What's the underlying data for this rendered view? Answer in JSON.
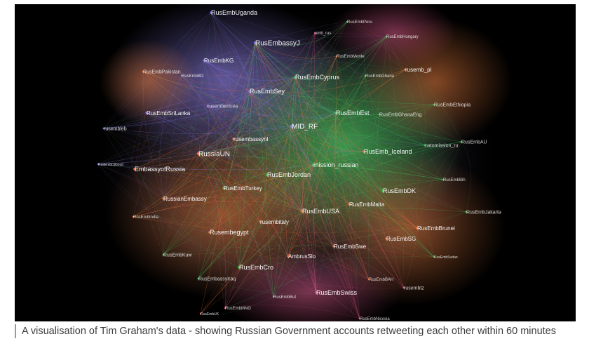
{
  "figure": {
    "caption": "A visualisation of Tim Graham's data - showing Russian Government accounts retweeting each other within 60 minutes"
  },
  "network": {
    "nodes": [
      {
        "label": "RusEmbUganda"
      },
      {
        "label": "RusEmbPeru"
      },
      {
        "label": "emb_rus"
      },
      {
        "label": "RusEmbHungary"
      },
      {
        "label": "RusEmbassyJ"
      },
      {
        "label": "RusEmbMonte"
      },
      {
        "label": "RusEmbKG"
      },
      {
        "label": "RusEmbPakistan"
      },
      {
        "label": "RusEmbBD"
      },
      {
        "label": "RusEmbCyprus"
      },
      {
        "label": "RusEmbGhana"
      },
      {
        "label": "rusemb_pl"
      },
      {
        "label": "RusEmbSey"
      },
      {
        "label": "rusemberitrea"
      },
      {
        "label": "RusEmbSriLanka"
      },
      {
        "label": "RusEmbEst"
      },
      {
        "label": "RusEmbGhanaEng"
      },
      {
        "label": "RusEmbEthiopia"
      },
      {
        "label": "rusembleb"
      },
      {
        "label": "MID_RF"
      },
      {
        "label": "rusembassynl"
      },
      {
        "label": "RusEmbAU"
      },
      {
        "label": "natomission_ru"
      },
      {
        "label": "RussiaUN"
      },
      {
        "label": "RusEmb_Iceland"
      },
      {
        "label": "RusEmbDjibouti"
      },
      {
        "label": "EmbassyofRussia"
      },
      {
        "label": "mission_russian"
      },
      {
        "label": "RusEmbJordan"
      },
      {
        "label": "RusEmbBih"
      },
      {
        "label": "RusEmbTurkey"
      },
      {
        "label": "RusEmbDK"
      },
      {
        "label": "RussianEmbassy"
      },
      {
        "label": "RusEmbMalta"
      },
      {
        "label": "RusEmbJakarta"
      },
      {
        "label": "RusEmbUSA"
      },
      {
        "label": "RusEmbIndia"
      },
      {
        "label": "rusembitaly"
      },
      {
        "label": "RusEmbBrunei"
      },
      {
        "label": "Rusembegypt"
      },
      {
        "label": "RusEmbSG"
      },
      {
        "label": "RusEmbSwe"
      },
      {
        "label": "RusEmbKuw"
      },
      {
        "label": "AmbrusSlo"
      },
      {
        "label": "RusEmbCro"
      },
      {
        "label": "RusEmbassyIraq"
      },
      {
        "label": "RusEmbBAH"
      },
      {
        "label": "rusembtz"
      },
      {
        "label": "RusEmbSwiss"
      },
      {
        "label": "RusEmbBut"
      },
      {
        "label": "RusEmbMNG"
      },
      {
        "label": "RusEmbUK"
      },
      {
        "label": "RusEmbNicosia"
      },
      {
        "label": "RusEmbSudan"
      }
    ],
    "colors": {
      "background": "#000000",
      "purple": "#8c7dff",
      "green": "#3cd35a",
      "orange": "#ff7a3c",
      "pink": "#ff5a96",
      "label": "#ffffff"
    }
  }
}
